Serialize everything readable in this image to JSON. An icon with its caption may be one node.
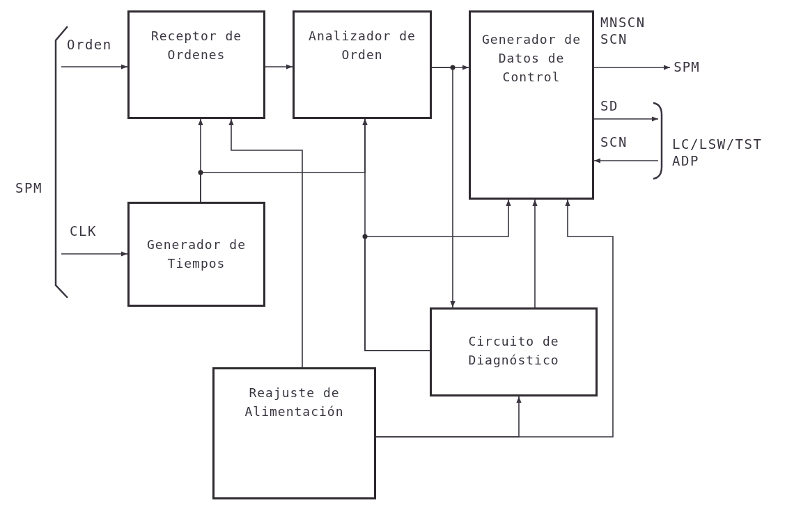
{
  "diagram": {
    "nodes": [
      {
        "text": [
          "Receptor de Ordenes"
        ]
      },
      {
        "text": [
          "Analizador de Orden"
        ]
      },
      {
        "text": [
          "Generador de Datos de Control"
        ]
      },
      {
        "text": [
          "Generador de Tiempos"
        ]
      },
      {
        "text": [
          "Circuito de Diagnóstico"
        ]
      },
      {
        "text": [
          "Reajuste de Alimentación"
        ]
      },
      {
        "text": [
          "SPM"
        ]
      }
    ],
    "edges": [
      {
        "from": null,
        "to": 0,
        "arrow": "to",
        "label": "Orden"
      },
      {
        "from": 0,
        "to": 1,
        "arrow": "to"
      },
      {
        "from": 1,
        "to": 2,
        "arrow": "to"
      },
      {
        "from": 1,
        "to": 4,
        "arrow": "to"
      },
      {
        "from": 3,
        "to": 0,
        "arrow": "to"
      },
      {
        "from": 3,
        "to": 1,
        "arrow": "to"
      },
      {
        "from": 4,
        "to": 1,
        "arrow": "to"
      },
      {
        "from": 4,
        "to": 2,
        "arrow": "to"
      },
      {
        "from": 4,
        "to": 2,
        "arrow": "to"
      },
      {
        "from": 5,
        "to": 0,
        "arrow": "to"
      },
      {
        "from": 5,
        "to": 4,
        "arrow": "to"
      },
      {
        "from": 5,
        "to": 2,
        "arrow": "to"
      },
      {
        "from": 2,
        "to": 6,
        "arrow": "to",
        "label": "MNSCN SCN"
      },
      {
        "from": 2,
        "to": null,
        "arrow": "to",
        "label": "SD"
      },
      {
        "from": null,
        "to": 2,
        "arrow": "to",
        "label": "SCN"
      },
      {
        "from": null,
        "to": 3,
        "arrow": "to",
        "label": "CLK"
      }
    ],
    "labels": [
      "SPM",
      "LC/LSW/TST ADP"
    ]
  }
}
